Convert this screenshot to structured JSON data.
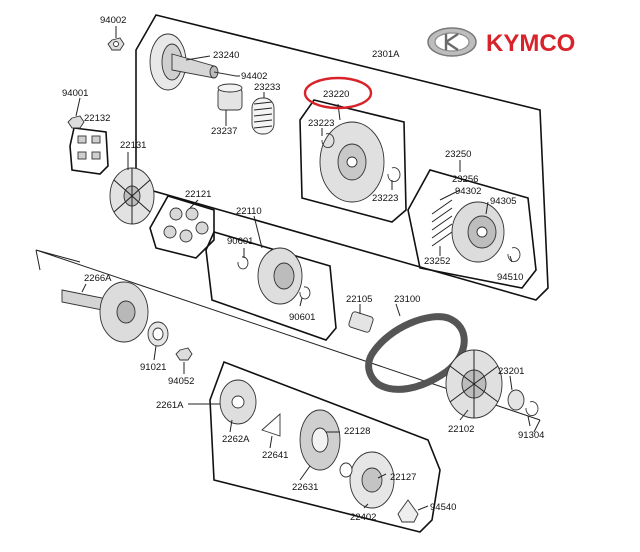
{
  "brand": {
    "name": "KYMCO",
    "color": "#d8232a",
    "logo": "kymco-logo-icon"
  },
  "highlight": {
    "label": "23220",
    "color": "#d8232a"
  },
  "labels": {
    "p94002": "94002",
    "p23240": "23240",
    "p94402": "94402",
    "p2301A": "2301A",
    "p94001": "94001",
    "p22132": "22132",
    "p23233": "23233",
    "p23237": "23237",
    "p23220": "23220",
    "p23223a": "23223",
    "p23223b": "23223",
    "p23250": "23250",
    "p23256": "23256",
    "p94302": "94302",
    "p94305": "94305",
    "p23252": "23252",
    "p94510": "94510",
    "p22131": "22131",
    "p22121": "22121",
    "p22110": "22110",
    "p90601a": "90601",
    "p90601b": "90601",
    "p2266A": "2266A",
    "p22105": "22105",
    "p23100": "23100",
    "p91021": "91021",
    "p94052": "94052",
    "p23201": "23201",
    "p2261A": "2261A",
    "p2262A": "2262A",
    "p22641": "22641",
    "p22128": "22128",
    "p22631": "22631",
    "p22102": "22102",
    "p91304": "91304",
    "p22127": "22127",
    "p22402": "22402",
    "p94540": "94540"
  }
}
